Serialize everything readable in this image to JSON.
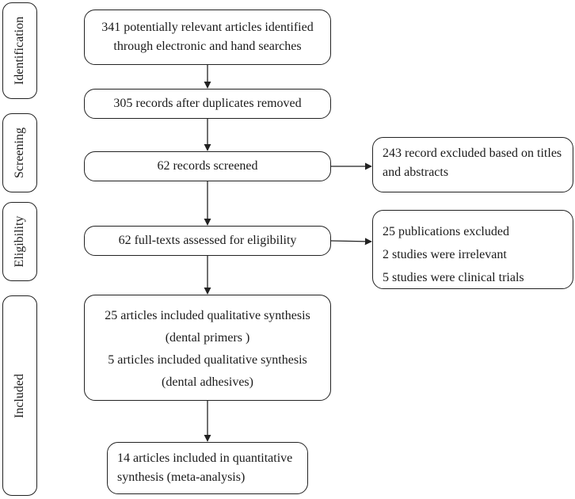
{
  "stages": [
    "Identification",
    "Screening",
    "Eligibility",
    "Included"
  ],
  "boxes": {
    "identified": [
      "341 potentially relevant articles identified",
      "through electronic and hand searches"
    ],
    "deduplicated": "305 records after duplicates removed",
    "screened": "62 records screened",
    "excluded_titles": [
      "243 record excluded based on titles",
      "and abstracts"
    ],
    "fulltext": "62 full-texts assessed for eligibility",
    "excluded_pubs": [
      "25 publications excluded",
      "2 studies were irrelevant",
      "5 studies were clinical trials"
    ],
    "qualitative": [
      "25 articles included qualitative synthesis",
      "(dental primers )",
      "5 articles included qualitative synthesis",
      "(dental adhesives)"
    ],
    "quantitative": [
      "14 articles included in quantitative",
      "synthesis (meta-analysis)"
    ]
  }
}
